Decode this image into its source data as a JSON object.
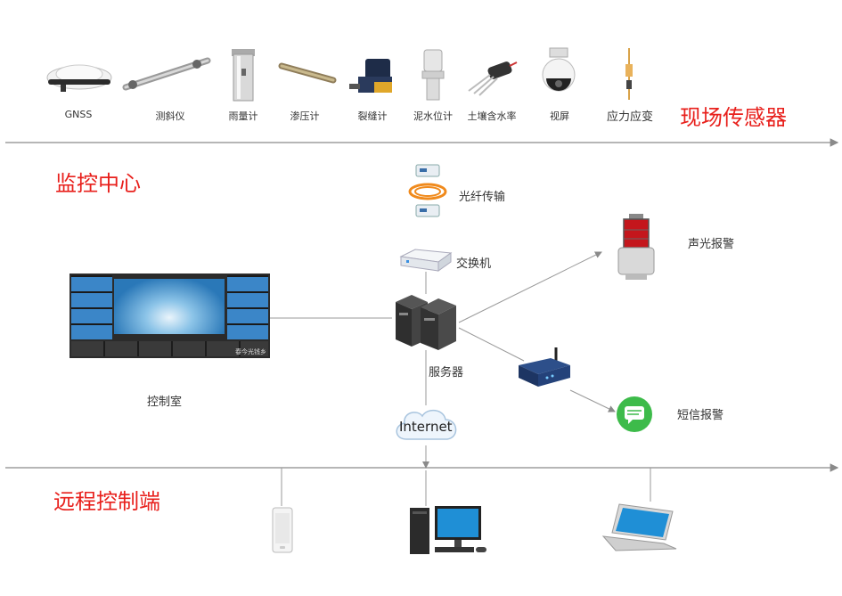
{
  "sections": {
    "field_sensors": "现场传感器",
    "monitoring_center": "监控中心",
    "remote_control": "远程控制端"
  },
  "sensors": [
    {
      "label": "GNSS",
      "icon": "gnss-antenna"
    },
    {
      "label": "测斜仪",
      "icon": "inclinometer"
    },
    {
      "label": "雨量计",
      "icon": "rain-gauge"
    },
    {
      "label": "渗压计",
      "icon": "piezometer"
    },
    {
      "label": "裂缝计",
      "icon": "crack-meter"
    },
    {
      "label": "泥水位计",
      "icon": "water-level-meter"
    },
    {
      "label": "土壤含水率",
      "icon": "soil-moisture-sensor"
    },
    {
      "label": "视屏",
      "icon": "dome-camera"
    },
    {
      "label": "应力应变",
      "icon": "strain-gauge"
    }
  ],
  "center": {
    "fiber": "光纤传输",
    "switch": "交换机",
    "server": "服务器",
    "control_room": "控制室",
    "sound_light_alarm": "声光报警",
    "sms_alarm": "短信报警",
    "internet": "Internet",
    "watermark": "春今光钱乡"
  },
  "colors": {
    "title_red": "#e8201c",
    "line_gray": "#888888",
    "sms_green": "#3dbb4a"
  }
}
